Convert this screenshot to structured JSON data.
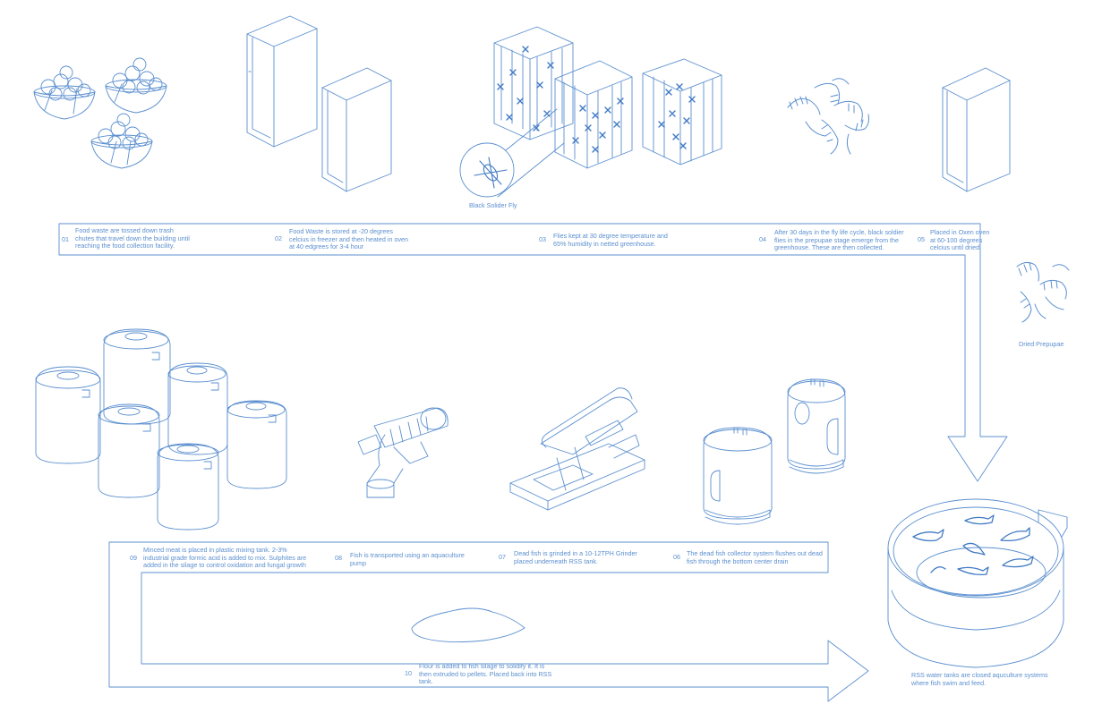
{
  "steps": [
    {
      "num": "01",
      "text": "Food waste are tossed down trash\nchutes that travel down the building until\nreaching the food collection facility."
    },
    {
      "num": "02",
      "text": "Food Waste is stored at -20 degrees\ncelcius in freezer and then heated in oven\nat 40 edgrees for 3-4 hour"
    },
    {
      "num": "03",
      "text": "Flies kept at 30 degree temperature and\n65% humidity in netted greenhouse."
    },
    {
      "num": "04",
      "text": "After 30 days in the fly life cycle, black soldier\nflies in the prepupae stage emerge from the\ngreenhouse. These are then collected."
    },
    {
      "num": "05",
      "text": "Placed in Oxen oven\nat 60-100 degrees\ncelcius until dried"
    },
    {
      "num": "06",
      "text": "The dead fish collector system flushes out dead\nfish through the bottom center drain"
    },
    {
      "num": "07",
      "text": "Dead fish is grinded in a 10-12TPH Grinder\nplaced underneath RSS tank."
    },
    {
      "num": "08",
      "text": "Fish is transported using an aquaculture\npump"
    },
    {
      "num": "09",
      "text": "Minced meat is placed in plastic mixing tank. 2-3%\nindustrial grade formic acid is added to mix. Sulphites are\nadded in the silage to control oxidation and fungal growth"
    },
    {
      "num": "10",
      "text": "Flour is added to fish silage to solidify it. It is\nthen extruded to pellets. Placed back into RSS\ntank."
    }
  ],
  "captions": {
    "fly": "Black Solider Fly",
    "prepupae": "Dried Prepupae",
    "rss": "RSS water tanks are closed aquculture systems\nwhere fish swim and feed."
  },
  "colors": {
    "line": "#5b8fcf",
    "dark": "#3f79c4",
    "fill": "#ffffff"
  }
}
